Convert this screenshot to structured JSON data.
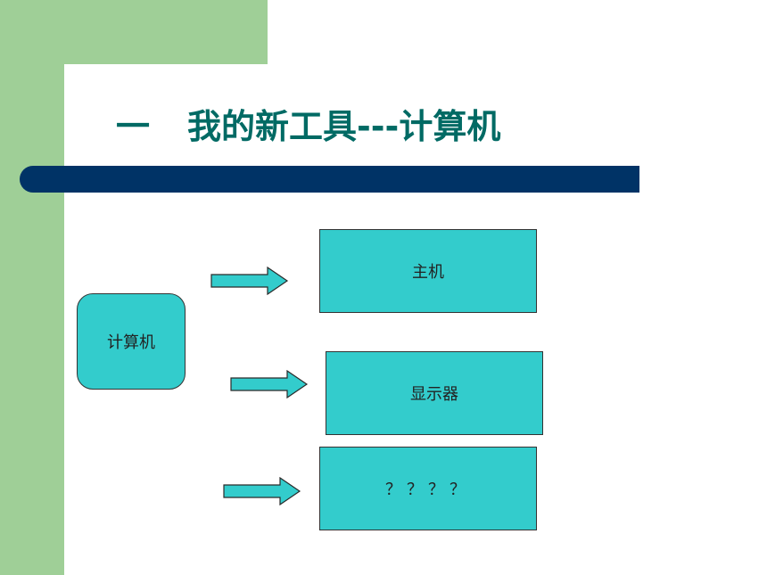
{
  "slide": {
    "title_number": "一",
    "title_text": "我的新工具---计算机"
  },
  "diagram": {
    "root": "计算机",
    "items": [
      "主机",
      "显示器",
      "？？？？"
    ]
  },
  "colors": {
    "accent_green": "#9fcf97",
    "title_teal": "#006a64",
    "bar_navy": "#003366",
    "box_cyan": "#33cccc"
  },
  "icons": {
    "connector": "right-arrow-icon"
  }
}
